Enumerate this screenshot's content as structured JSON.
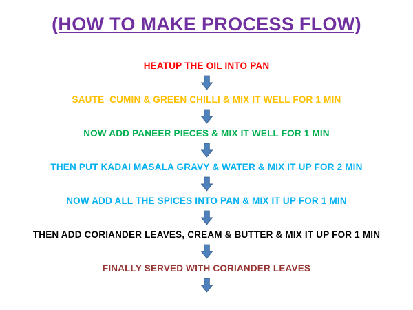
{
  "title": {
    "text": "(HOW TO MAKE PROCESS FLOW)",
    "color": "#7030A0"
  },
  "steps": [
    {
      "label": "HEATUP THE OIL INTO PAN",
      "color": "#FF0000"
    },
    {
      "label": "SAUTE  CUMIN & GREEN CHILLI & MIX IT WELL FOR 1 MIN",
      "color": "#FFC000"
    },
    {
      "label": "NOW ADD PANEER PIECES & MIX IT WELL FOR 1 MIN",
      "color": "#00B050"
    },
    {
      "label": "THEN PUT KADAI MASALA GRAVY & WATER & MIX IT UP FOR 2 MIN",
      "color": "#00B0F0"
    },
    {
      "label": "NOW ADD ALL THE SPICES INTO PAN & MIX IT UP FOR 1 MIN",
      "color": "#00B0F0"
    },
    {
      "label": "THEN ADD CORIANDER LEAVES, CREAM & BUTTER & MIX IT UP FOR 1 MIN",
      "color": "#000000"
    },
    {
      "label": "FINALLY SERVED WITH CORIANDER LEAVES",
      "color": "#963634"
    }
  ],
  "arrow": {
    "fill": "#4F81BD",
    "stroke": "#38618E"
  }
}
